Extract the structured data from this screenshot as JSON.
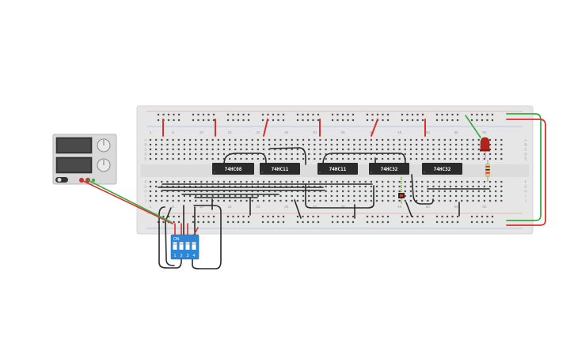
{
  "breadboard": {
    "column_numbers": [
      "1",
      "5",
      "10",
      "15",
      "20",
      "25",
      "30",
      "35",
      "40",
      "45",
      "50",
      "55",
      "60"
    ],
    "row_letters_top": [
      "A",
      "B",
      "C",
      "D",
      "E"
    ],
    "row_letters_bottom": [
      "F",
      "G",
      "H",
      "I",
      "J"
    ]
  },
  "chips": [
    {
      "label": "74HC08"
    },
    {
      "label": "74HC11"
    },
    {
      "label": "74HC11"
    },
    {
      "label": "74HC32"
    },
    {
      "label": "74HC32"
    }
  ],
  "dip_switch": {
    "label": "ON",
    "positions": [
      "1",
      "2",
      "3",
      "4"
    ]
  },
  "colors": {
    "red_wire": "#d9302c",
    "green_wire": "#3aa83c",
    "black_wire": "#2a2a2a",
    "chip": "#2b2b2b",
    "dip": "#2e86d6",
    "led": "#b3241a",
    "breadboard": "#e6e6e6"
  }
}
